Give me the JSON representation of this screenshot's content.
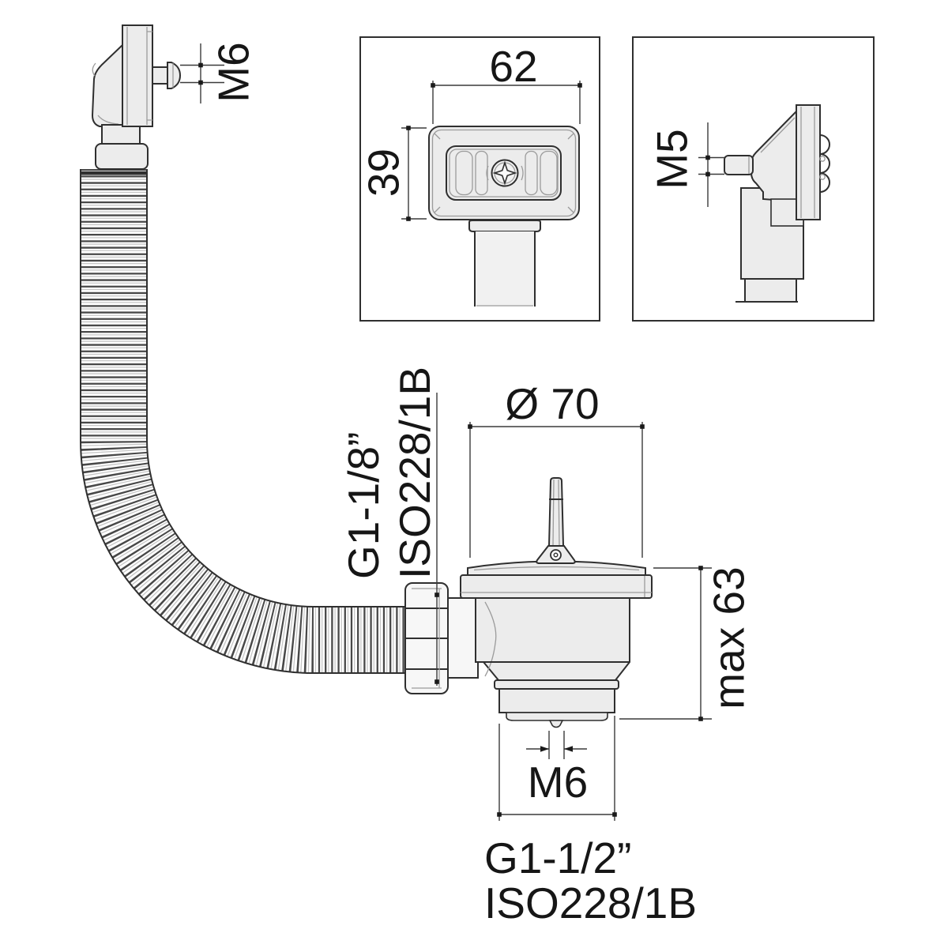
{
  "labels": {
    "overflow_screw": "M6",
    "overflow_plate_width": "62",
    "overflow_plate_height": "39",
    "overflow_side_screw": "M5",
    "strainer_flange_diameter": "Ø 70",
    "strainer_max_height": "max 63",
    "strainer_bottom_screw": "M6",
    "hose_thread": {
      "line1": "G1-1/8”",
      "line2": "ISO228/1B"
    },
    "outlet_thread": {
      "line1": "G1-1/2”",
      "line2": "ISO228/1B"
    }
  },
  "colors": {
    "line": "#2f2f2f",
    "part_fill": "#ececec",
    "background": "#ffffff"
  }
}
